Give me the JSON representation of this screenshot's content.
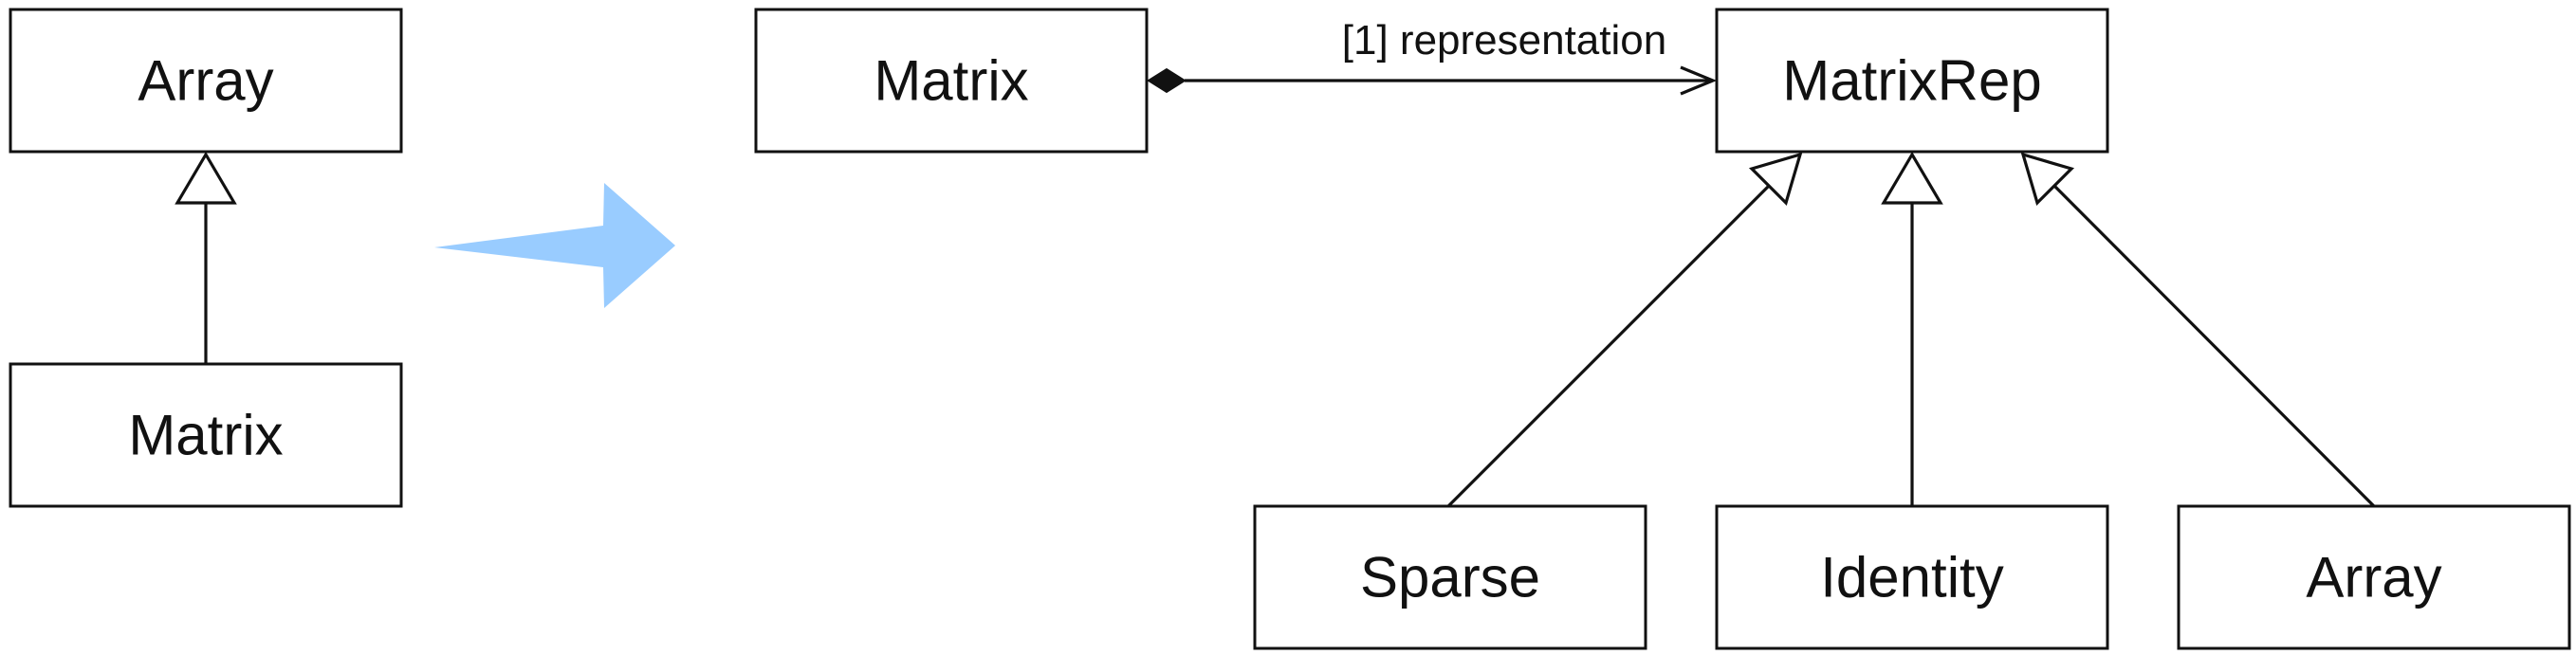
{
  "before": {
    "superclass": "Array",
    "subclass": "Matrix"
  },
  "transform_arrow_color": "#99ccff",
  "after": {
    "client": "Matrix",
    "association_label": "[1] representation",
    "abstract": "MatrixRep",
    "subclasses": [
      "Sparse",
      "Identity",
      "Array"
    ]
  }
}
